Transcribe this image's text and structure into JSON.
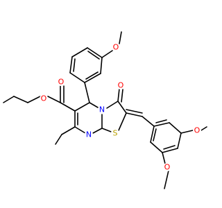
{
  "molecule": {
    "atoms": [
      {
        "id": "O_carbonyl_ester",
        "label": "O",
        "color": "#ff0000"
      },
      {
        "id": "O_ester",
        "label": "O",
        "color": "#ff0000"
      },
      {
        "id": "O_ketone",
        "label": "O",
        "color": "#ff0000"
      },
      {
        "id": "N_ring",
        "label": "N",
        "color": "#0000ff"
      },
      {
        "id": "N_imine",
        "label": "N",
        "color": "#0000ff"
      },
      {
        "id": "S_ring",
        "label": "S",
        "color": "#b8a000"
      },
      {
        "id": "O_methoxy_top",
        "label": "O",
        "color": "#ff0000"
      },
      {
        "id": "O_methoxy_3",
        "label": "O",
        "color": "#ff0000"
      },
      {
        "id": "O_methoxy_4",
        "label": "O",
        "color": "#ff0000"
      }
    ]
  }
}
